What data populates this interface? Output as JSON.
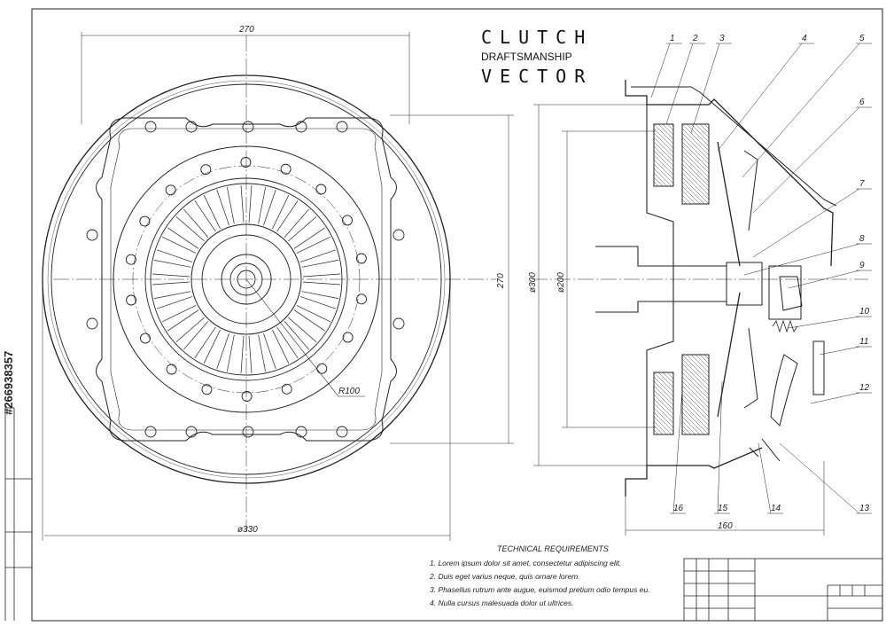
{
  "title": {
    "line1": "CLUTCH",
    "line2": "DRAFTSMANSHIP",
    "line3": "VECTOR"
  },
  "dimensions": {
    "width_top": "270",
    "height_right": "270",
    "diameter_bottom": "ø330",
    "radius": "R100",
    "diameter_300": "ø300",
    "diameter_200": "ø200",
    "length_section": "160"
  },
  "part_numbers": [
    "1",
    "2",
    "3",
    "4",
    "5",
    "6",
    "7",
    "8",
    "9",
    "10",
    "11",
    "12",
    "13",
    "14",
    "15",
    "16"
  ],
  "technical_requirements": {
    "heading": "TECHNICAL REQUIREMENTS",
    "items": [
      "1. Lorem ipsum dolor sit amet, consectetur adipiscing elit.",
      "2. Duis eget varius neque, quis ornare lorem.",
      "3. Phasellus rutrum ante augue, euismod pretium odio tempus eu.",
      "4. Nulla cursus malesuada dolor ut ultrices."
    ]
  },
  "stock_id": "#266938357"
}
